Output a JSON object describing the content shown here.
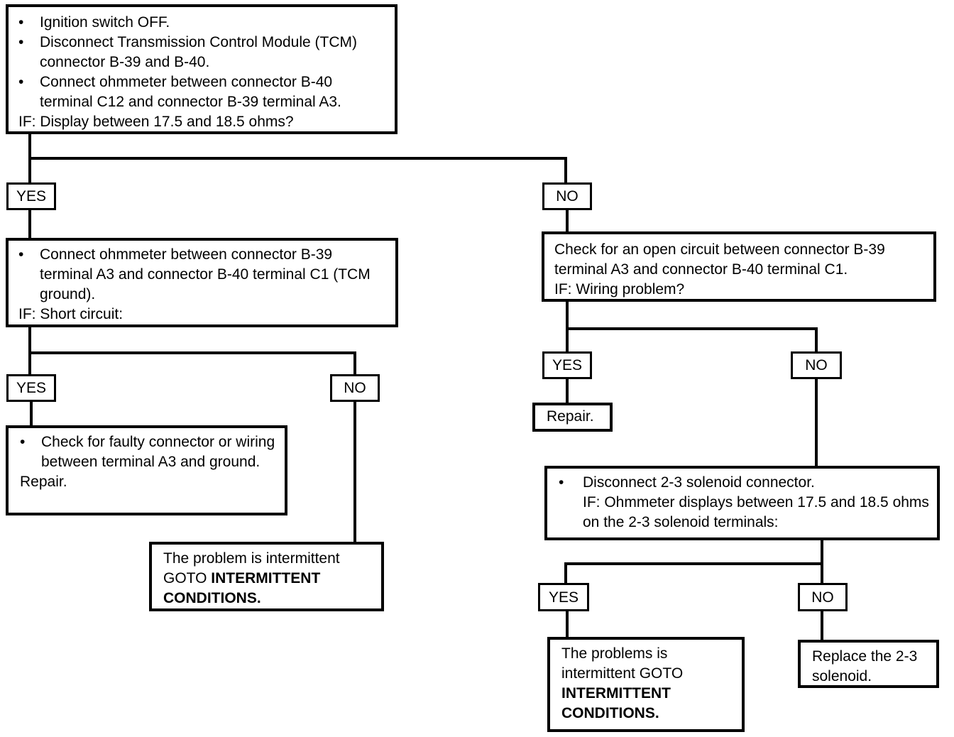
{
  "start": {
    "bullets": [
      "Ignition switch OFF.",
      "Disconnect Transmission Control Module (TCM) connector B-39 and B-40.",
      "Connect ohmmeter between connector B-40 terminal C12 and connector B-39 terminal A3."
    ],
    "if_text": "IF:  Display between 17.5 and 18.5 ohms?"
  },
  "labels": {
    "yes": "YES",
    "no": "NO"
  },
  "short_check": {
    "bullet": "Connect ohmmeter between connector B-39 terminal A3 and connector B-40 terminal C1 (TCM ground).",
    "if_text": "IF:  Short circuit:"
  },
  "open_check": {
    "text": "Check for an open circuit between connector B-39 terminal A3 and connector B-40 terminal C1.",
    "if_text": "IF: Wiring problem?"
  },
  "faulty_connector": {
    "bullet": "Check for faulty connector or wiring between terminal A3 and ground.",
    "action": "Repair."
  },
  "intermittent_left": {
    "text": "The problem is intermittent GOTO ",
    "bold": "INTERMITTENT CONDITIONS."
  },
  "repair": "Repair.",
  "solenoid_check": {
    "bullet": "Disconnect 2-3 solenoid connector.",
    "if_text": "IF: Ohmmeter displays between 17.5 and 18.5 ohms on the 2-3 solenoid terminals:"
  },
  "intermittent_right": {
    "text": "The problems is intermittent GOTO ",
    "bold": "INTERMITTENT CONDITIONS."
  },
  "replace_solenoid": "Replace the 2-3 solenoid."
}
